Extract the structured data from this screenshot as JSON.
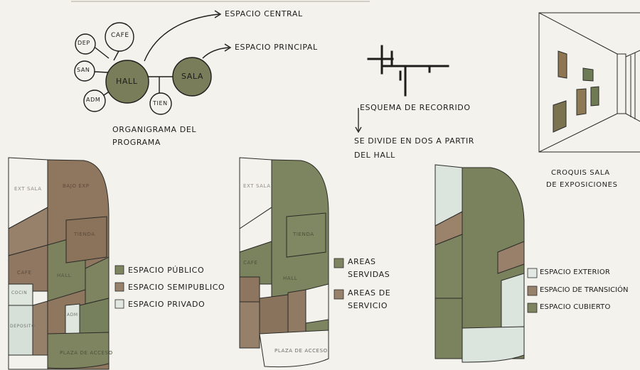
{
  "colors": {
    "paper": "#f3f2ed",
    "olive": "#7f8462",
    "olive_dark": "#6d7052",
    "brown": "#97806a",
    "brown_dark": "#8a7058",
    "pale": "#dde6df",
    "ink": "#1d1d1b"
  },
  "organigram": {
    "nodes": {
      "dep": "DEP",
      "cafe": "CAFE",
      "san": "SAN",
      "hall": "HALL",
      "sala": "SALA",
      "adm": "ADM",
      "tien": "TIEN"
    },
    "callout_central": "ESPACIO CENTRAL",
    "callout_principal": "ESPACIO PRINCIPAL",
    "caption_line1": "ORGANIGRAMA DEL",
    "caption_line2": "PROGRAMA"
  },
  "circulation": {
    "label": "ESQUEMA DE RECORRIDO",
    "note_line1": "SE DIVIDE EN DOS A PARTIR",
    "note_line2": "DEL HALL"
  },
  "sketch": {
    "caption_line1": "CROQUIS SALA",
    "caption_line2": "DE EXPOSICIONES"
  },
  "plan1": {
    "labels": {
      "ext_sala": "EXT SALA",
      "bajo_exp": "BAJO EXP",
      "tienda": "TIENDA",
      "cafe": "CAFE",
      "hall": "HALL",
      "cocina": "COCIN",
      "deposito": "DEPOSITO",
      "adm": "ADM",
      "plaza": "PLAZA DE ACCESO"
    },
    "legend": [
      "ESPACIO PÚBLICO",
      "ESPACIO SEMIPUBLICO",
      "ESPACIO PRIVADO"
    ]
  },
  "plan2": {
    "labels": {
      "ext_sala": "EXT SALA",
      "tienda": "TIENDA",
      "cafe": "CAFE",
      "hall": "HALL",
      "plaza": "PLAZA DE ACCESO"
    },
    "legend_servidas_1": "AREAS",
    "legend_servidas_2": "SERVIDAS",
    "legend_servicio_1": "AREAS DE",
    "legend_servicio_2": "SERVICIO"
  },
  "plan3": {
    "legend": [
      "ESPACIO EXTERIOR",
      "ESPACIO DE TRANSICIÓN",
      "ESPACIO CUBIERTO"
    ]
  }
}
